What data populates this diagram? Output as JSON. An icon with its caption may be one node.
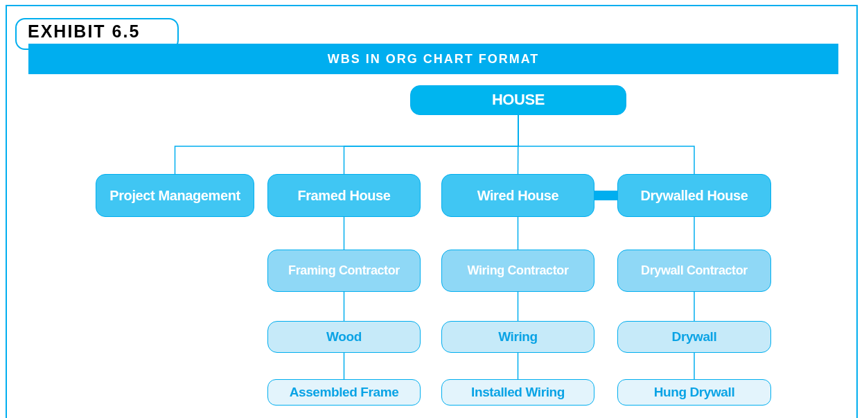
{
  "diagram": {
    "title": "WBS IN ORG CHART FORMAT",
    "nodes": [
      {
        "text": [
          "HOUSE"
        ]
      },
      {
        "text": [
          "Project Management"
        ]
      },
      {
        "text": [
          "Framed House"
        ]
      },
      {
        "text": [
          "Wired House"
        ]
      },
      {
        "text": [
          "Drywalled House"
        ]
      },
      {
        "text": [
          "Framing Contractor"
        ]
      },
      {
        "text": [
          "Wiring Contractor"
        ]
      },
      {
        "text": [
          "Drywall Contractor"
        ]
      },
      {
        "text": [
          "Wood"
        ]
      },
      {
        "text": [
          "Wiring"
        ]
      },
      {
        "text": [
          "Drywall"
        ]
      },
      {
        "text": [
          "Assembled Frame"
        ]
      },
      {
        "text": [
          "Installed Wiring"
        ]
      },
      {
        "text": [
          "Hung Drywall"
        ]
      }
    ],
    "edges": [
      {
        "from": 0,
        "to": 1,
        "arrow": "none"
      },
      {
        "from": 0,
        "to": 2,
        "arrow": "none"
      },
      {
        "from": 0,
        "to": 3,
        "arrow": "none"
      },
      {
        "from": 0,
        "to": 4,
        "arrow": "none"
      },
      {
        "from": 3,
        "to": 4,
        "arrow": "none",
        "style": "thick"
      },
      {
        "from": 2,
        "to": 5,
        "arrow": "none"
      },
      {
        "from": 3,
        "to": 6,
        "arrow": "none"
      },
      {
        "from": 4,
        "to": 7,
        "arrow": "none"
      },
      {
        "from": 5,
        "to": 8,
        "arrow": "none"
      },
      {
        "from": 6,
        "to": 9,
        "arrow": "none"
      },
      {
        "from": 7,
        "to": 10,
        "arrow": "none"
      },
      {
        "from": 8,
        "to": 11,
        "arrow": "none"
      },
      {
        "from": 9,
        "to": 12,
        "arrow": "none"
      },
      {
        "from": 10,
        "to": 13,
        "arrow": "none"
      }
    ],
    "labels": [
      "EXHIBIT 6.5"
    ]
  }
}
